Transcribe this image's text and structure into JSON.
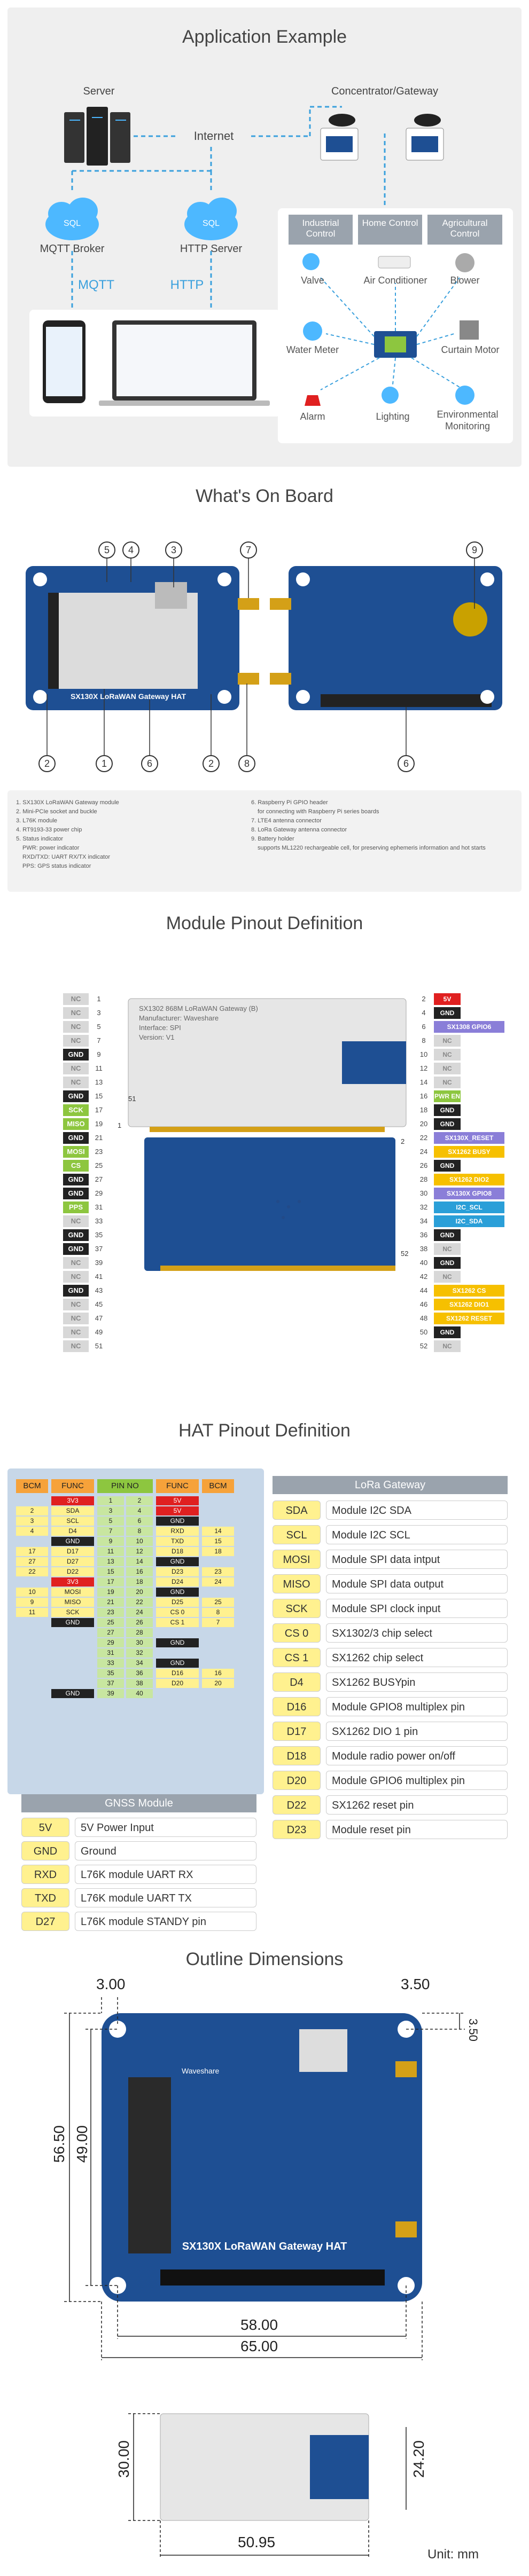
{
  "section1": {
    "title": "Application Example",
    "server": "Server",
    "concentrator": "Concentrator/Gateway",
    "internet": "Internet",
    "mqtt_broker": "MQTT Broker",
    "http_server": "HTTP Server",
    "mqtt": "MQTT",
    "http": "HTTP",
    "sql": "SQL",
    "controls": [
      "Industrial Control",
      "Home Control",
      "Agricultural Control"
    ],
    "devices": [
      "Valve",
      "Air Conditioner",
      "Blower",
      "Water Meter",
      "Curtain Motor",
      "Alarm",
      "Lighting",
      "Environmental Monitoring"
    ]
  },
  "section2": {
    "title": "What's On Board",
    "callouts": [
      "5",
      "4",
      "3",
      "7",
      "9",
      "2",
      "1",
      "6",
      "2",
      "8",
      "6"
    ],
    "board_text": "SX130X LoRaWAN Gateway HAT",
    "legend_left": [
      "1. SX130X LoRaWAN Gateway module",
      "2. Mini-PCIe socket and buckle",
      "3. L76K module",
      "4. RT9193-33 power chip",
      "5. Status indicator",
      "PWR: power indicator",
      "RXD/TXD: UART RX/TX indicator",
      "PPS: GPS status indicator"
    ],
    "legend_right": [
      "6. Raspberry Pi GPIO header",
      "for connecting with Raspberry Pi series boards",
      "7. LTE4 antenna connector",
      "8. LoRa Gateway antenna connector",
      "9. Battery holder",
      "supports ML1220 rechargeable cell, for preserving ephemeris information and hot starts"
    ]
  },
  "section3": {
    "title": "Module Pinout Definition",
    "left_pins": [
      {
        "n": "1",
        "label": "NC",
        "c": "gray"
      },
      {
        "n": "3",
        "label": "NC",
        "c": "gray"
      },
      {
        "n": "5",
        "label": "NC",
        "c": "gray"
      },
      {
        "n": "7",
        "label": "NC",
        "c": "gray"
      },
      {
        "n": "9",
        "label": "GND",
        "c": "black"
      },
      {
        "n": "11",
        "label": "NC",
        "c": "gray"
      },
      {
        "n": "13",
        "label": "NC",
        "c": "gray"
      },
      {
        "n": "15",
        "label": "GND",
        "c": "black"
      },
      {
        "n": "17",
        "label": "SCK",
        "c": "green"
      },
      {
        "n": "19",
        "label": "MISO",
        "c": "green"
      },
      {
        "n": "21",
        "label": "GND",
        "c": "black"
      },
      {
        "n": "23",
        "label": "MOSI",
        "c": "green"
      },
      {
        "n": "25",
        "label": "CS",
        "c": "green"
      },
      {
        "n": "27",
        "label": "GND",
        "c": "black"
      },
      {
        "n": "29",
        "label": "GND",
        "c": "black"
      },
      {
        "n": "31",
        "label": "PPS",
        "c": "green"
      },
      {
        "n": "33",
        "label": "NC",
        "c": "gray"
      },
      {
        "n": "35",
        "label": "GND",
        "c": "black"
      },
      {
        "n": "37",
        "label": "GND",
        "c": "black"
      },
      {
        "n": "39",
        "label": "NC",
        "c": "gray"
      },
      {
        "n": "41",
        "label": "NC",
        "c": "gray"
      },
      {
        "n": "43",
        "label": "GND",
        "c": "black"
      },
      {
        "n": "45",
        "label": "NC",
        "c": "gray"
      },
      {
        "n": "47",
        "label": "NC",
        "c": "gray"
      },
      {
        "n": "49",
        "label": "NC",
        "c": "gray"
      },
      {
        "n": "51",
        "label": "NC",
        "c": "gray"
      }
    ],
    "right_pins": [
      {
        "n": "2",
        "label": "5V",
        "c": "red"
      },
      {
        "n": "4",
        "label": "GND",
        "c": "black"
      },
      {
        "n": "6",
        "label": "SX1308 GPIO6",
        "c": "purple"
      },
      {
        "n": "8",
        "label": "NC",
        "c": "gray"
      },
      {
        "n": "10",
        "label": "NC",
        "c": "gray"
      },
      {
        "n": "12",
        "label": "NC",
        "c": "gray"
      },
      {
        "n": "14",
        "label": "NC",
        "c": "gray"
      },
      {
        "n": "16",
        "label": "PWR EN",
        "c": "green"
      },
      {
        "n": "18",
        "label": "GND",
        "c": "black"
      },
      {
        "n": "20",
        "label": "GND",
        "c": "black"
      },
      {
        "n": "22",
        "label": "SX130X_RESET",
        "c": "purple"
      },
      {
        "n": "24",
        "label": "SX1262 BUSY",
        "c": "yellow"
      },
      {
        "n": "26",
        "label": "GND",
        "c": "black"
      },
      {
        "n": "28",
        "label": "SX1262 DIO2",
        "c": "yellow"
      },
      {
        "n": "30",
        "label": "SX130X GPIO8",
        "c": "purple"
      },
      {
        "n": "32",
        "label": "I2C_SCL",
        "c": "blue"
      },
      {
        "n": "34",
        "label": "I2C_SDA",
        "c": "blue"
      },
      {
        "n": "36",
        "label": "GND",
        "c": "black"
      },
      {
        "n": "38",
        "label": "NC",
        "c": "gray"
      },
      {
        "n": "40",
        "label": "GND",
        "c": "black"
      },
      {
        "n": "42",
        "label": "NC",
        "c": "gray"
      },
      {
        "n": "44",
        "label": "SX1262 CS",
        "c": "yellow"
      },
      {
        "n": "46",
        "label": "SX1262 DIO1",
        "c": "yellow"
      },
      {
        "n": "48",
        "label": "SX1262 RESET",
        "c": "yellow"
      },
      {
        "n": "50",
        "label": "GND",
        "c": "black"
      },
      {
        "n": "52",
        "label": "NC",
        "c": "gray"
      }
    ],
    "pin_markers": [
      "1",
      "51",
      "2",
      "52"
    ],
    "module_text": [
      "SX1302 868M LoRaWAN Gateway (B)",
      "Manufacturer: Waveshare",
      "Interface: SPI",
      "Version: V1"
    ]
  },
  "section4": {
    "title": "HAT Pinout Definition",
    "headers": [
      "BCM",
      "FUNC",
      "PIN NO",
      "FUNC",
      "BCM"
    ],
    "rows": [
      [
        "",
        "3V3",
        "1",
        "2",
        "5V",
        ""
      ],
      [
        "2",
        "SDA",
        "3",
        "4",
        "5V",
        ""
      ],
      [
        "3",
        "SCL",
        "5",
        "6",
        "GND",
        ""
      ],
      [
        "4",
        "D4",
        "7",
        "8",
        "RXD",
        "14"
      ],
      [
        "",
        "GND",
        "9",
        "10",
        "TXD",
        "15"
      ],
      [
        "17",
        "D17",
        "11",
        "12",
        "D18",
        "18"
      ],
      [
        "27",
        "D27",
        "13",
        "14",
        "GND",
        ""
      ],
      [
        "22",
        "D22",
        "15",
        "16",
        "D23",
        "23"
      ],
      [
        "",
        "3V3",
        "17",
        "18",
        "D24",
        "24"
      ],
      [
        "10",
        "MOSI",
        "19",
        "20",
        "GND",
        ""
      ],
      [
        "9",
        "MISO",
        "21",
        "22",
        "D25",
        "25"
      ],
      [
        "11",
        "SCK",
        "23",
        "24",
        "CS 0",
        "8"
      ],
      [
        "",
        "GND",
        "25",
        "26",
        "CS 1",
        "7"
      ],
      [
        "",
        "",
        "27",
        "28",
        "",
        ""
      ],
      [
        "",
        "",
        "29",
        "30",
        "GND",
        ""
      ],
      [
        "",
        "",
        "31",
        "32",
        "",
        ""
      ],
      [
        "",
        "",
        "33",
        "34",
        "GND",
        ""
      ],
      [
        "",
        "",
        "35",
        "36",
        "D16",
        "16"
      ],
      [
        "",
        "",
        "37",
        "38",
        "D20",
        "20"
      ],
      [
        "",
        "GND",
        "39",
        "40",
        "",
        ""
      ]
    ],
    "gnss_title": "GNSS Module",
    "gnss": [
      {
        "k": "5V",
        "v": "5V Power Input"
      },
      {
        "k": "GND",
        "v": "Ground"
      },
      {
        "k": "RXD",
        "v": "L76K module UART RX"
      },
      {
        "k": "TXD",
        "v": "L76K module UART TX"
      },
      {
        "k": "D27",
        "v": "L76K module STANDY pin"
      }
    ],
    "lora_title": "LoRa Gateway",
    "lora": [
      {
        "k": "SDA",
        "v": "Module I2C SDA"
      },
      {
        "k": "SCL",
        "v": "Module I2C SCL"
      },
      {
        "k": "MOSI",
        "v": "Module SPI data intput"
      },
      {
        "k": "MISO",
        "v": "Module SPI data output"
      },
      {
        "k": "SCK",
        "v": "Module SPI clock input"
      },
      {
        "k": "CS 0",
        "v": "SX1302/3 chip select"
      },
      {
        "k": "CS 1",
        "v": "SX1262 chip select"
      },
      {
        "k": "D4",
        "v": "SX1262 BUSYpin"
      },
      {
        "k": "D16",
        "v": "Module GPIO8 multiplex pin"
      },
      {
        "k": "D17",
        "v": "SX1262 DIO 1 pin"
      },
      {
        "k": "D18",
        "v": "Module radio power on/off"
      },
      {
        "k": "D20",
        "v": "Module GPIO6 multiplex pin"
      },
      {
        "k": "D22",
        "v": "SX1262 reset pin"
      },
      {
        "k": "D23",
        "v": "Module reset pin"
      }
    ]
  },
  "section5": {
    "title": "Outline Dimensions",
    "dims": [
      "3.00",
      "3.50",
      "3.50",
      "56.50",
      "49.00",
      "58.00",
      "65.00",
      "30.00",
      "24.20",
      "50.95"
    ],
    "board_label": "SX130X LoRaWAN Gateway HAT",
    "brand": "Waveshare",
    "unit": "Unit: mm"
  },
  "colors": {
    "blue_dash": "#3aa0dd",
    "board_blue": "#1e4f93",
    "pin_green": "#8dc63f",
    "pin_yellow": "#f6c000",
    "pin_purple": "#8a7ed8",
    "pin_red": "#e02020",
    "pin_blue": "#2a9fd8",
    "pin_gray": "#d8d8d8"
  }
}
